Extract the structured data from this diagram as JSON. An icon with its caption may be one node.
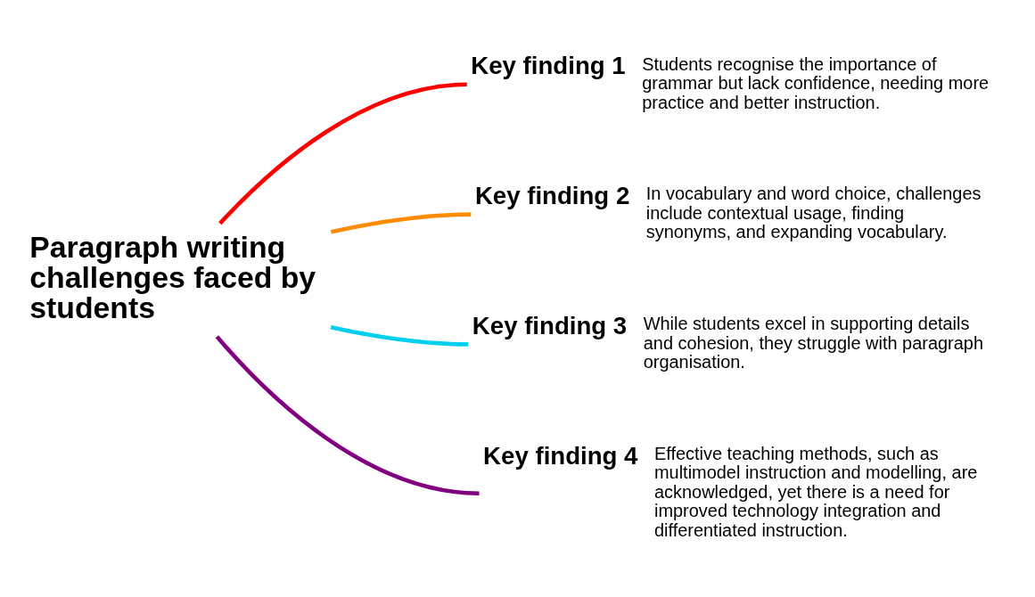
{
  "diagram": {
    "nodes": [
      {
        "text": [
          "Paragraph writing challenges faced by students"
        ]
      },
      {
        "text": [
          "Key finding 1"
        ],
        "beside": [
          "Students recognise the importance of grammar but lack confidence, needing more practice and better instruction."
        ]
      },
      {
        "text": [
          "Key finding 2"
        ],
        "beside": [
          "In vocabulary and word choice, challenges include contextual usage, finding synonyms, and expanding vocabulary."
        ]
      },
      {
        "text": [
          "Key finding 3"
        ],
        "beside": [
          "While students excel in supporting details and cohesion, they struggle with paragraph organisation."
        ]
      },
      {
        "text": [
          "Key finding 4"
        ],
        "beside": [
          "Effective teaching methods, such as multimodel instruction and modelling, are acknowledged, yet there is a need for improved technology integration and differentiated instruction."
        ]
      }
    ],
    "edges": [
      {
        "from": 0,
        "to": 1,
        "arrow": "none",
        "color": "#ff0000"
      },
      {
        "from": 0,
        "to": 2,
        "arrow": "none",
        "color": "#ff8c00"
      },
      {
        "from": 0,
        "to": 3,
        "arrow": "none",
        "color": "#00d0f0"
      },
      {
        "from": 0,
        "to": 4,
        "arrow": "none",
        "color": "#800080"
      }
    ]
  }
}
